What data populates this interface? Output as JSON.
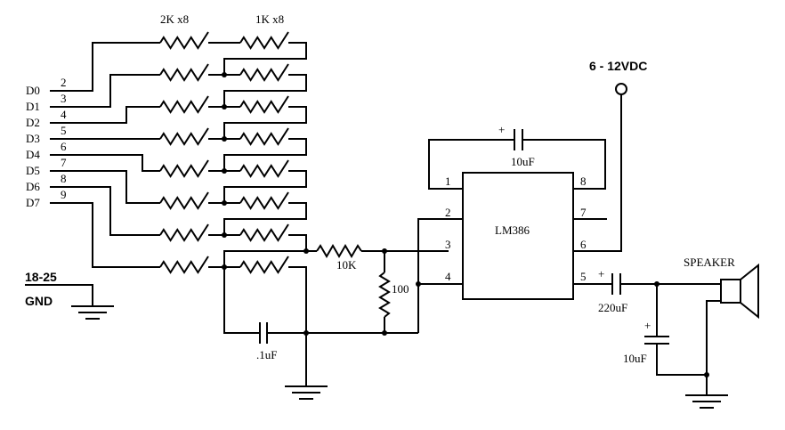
{
  "header": {
    "res_2k": "2K x8",
    "res_1k": "1K x8"
  },
  "inputs": [
    {
      "label": "D0",
      "pin": "2"
    },
    {
      "label": "D1",
      "pin": "3"
    },
    {
      "label": "D2",
      "pin": "4"
    },
    {
      "label": "D3",
      "pin": "5"
    },
    {
      "label": "D4",
      "pin": "6"
    },
    {
      "label": "D5",
      "pin": "7"
    },
    {
      "label": "D6",
      "pin": "8"
    },
    {
      "label": "D7",
      "pin": "9"
    }
  ],
  "power": {
    "gnd_voltage": "18-25",
    "gnd_label": "GND",
    "supply": "6 - 12VDC"
  },
  "chip": {
    "name": "LM386",
    "pins": [
      "1",
      "2",
      "3",
      "4",
      "5",
      "6",
      "7",
      "8"
    ]
  },
  "components": {
    "r10k": "10K",
    "r100": "100",
    "c_filter": ".1uF",
    "c_gain": "10uF",
    "c_out": "220uF",
    "c_bypass": "10uF",
    "plus": "+",
    "speaker": "SPEAKER"
  }
}
